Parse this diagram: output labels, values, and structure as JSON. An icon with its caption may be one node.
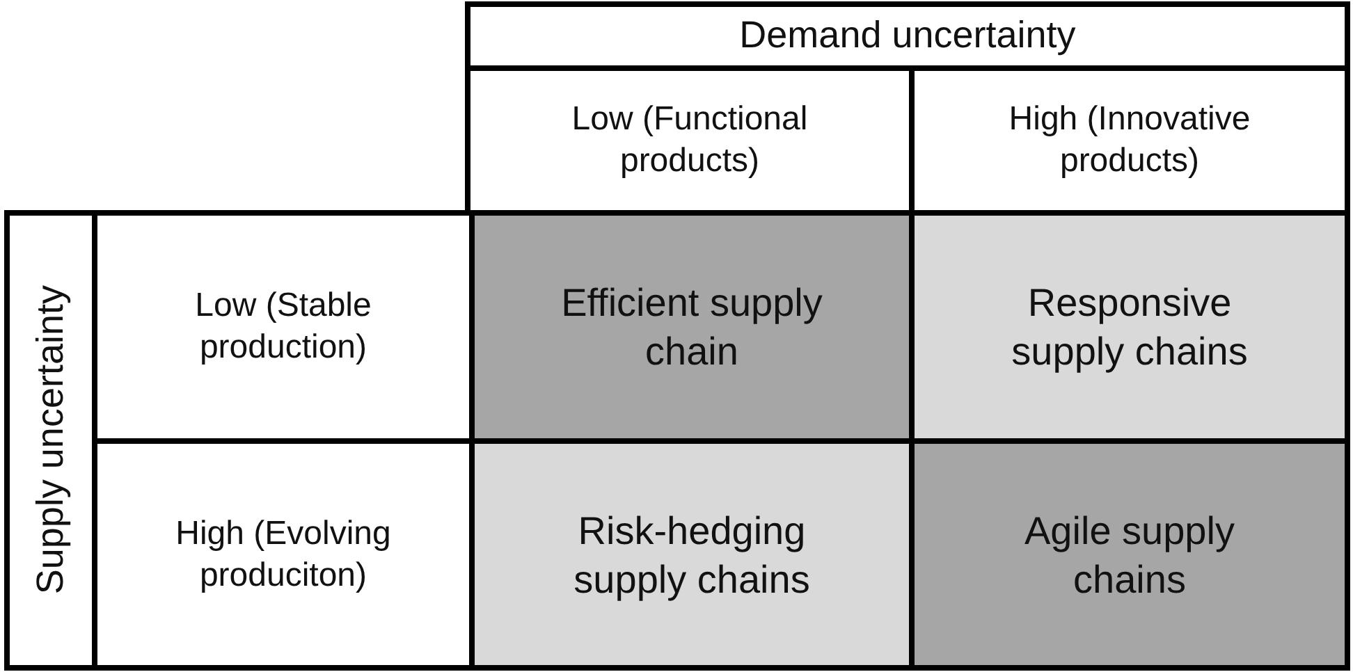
{
  "diagram": {
    "labels": [
      "Demand uncertainty",
      "Low (Functional products)",
      "High (Innovative products)",
      "Supply uncertainty",
      "Low (Stable production)",
      "Efficient supply chain",
      "Responsive supply chains",
      "High (Evolving produciton)",
      "Risk-hedging supply chains",
      "Agile supply chains"
    ]
  }
}
